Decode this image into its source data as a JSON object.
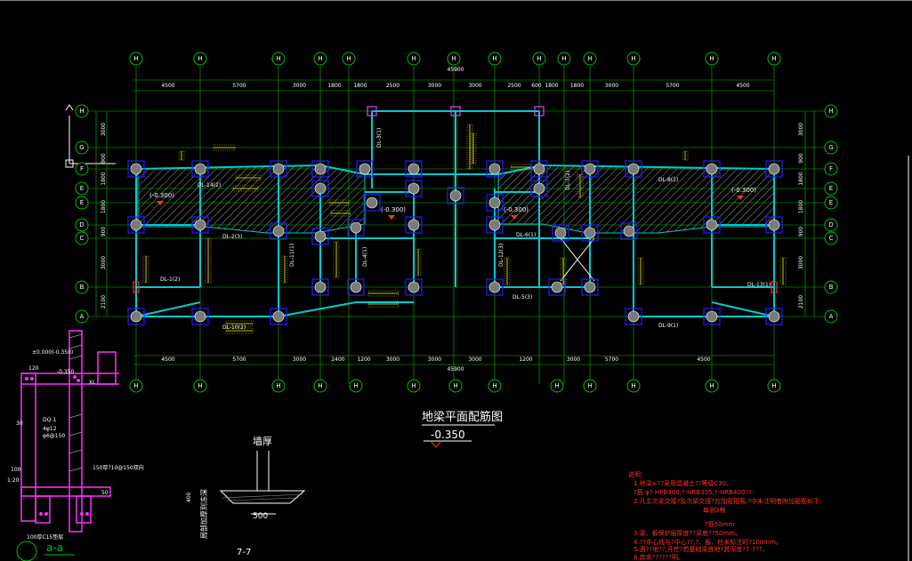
{
  "drawing": {
    "title": "地梁平面配筋图",
    "elevation": "-0.350",
    "total_dim": "45900",
    "section_aa_title": "a-a",
    "section_77_title": "7-7",
    "wall_thickness_label": "墙厚",
    "wall_width": "500",
    "depth_dim": "400",
    "vertical_note": "局部加厚到冻深"
  },
  "axes": {
    "top": [
      "H",
      "H",
      "H",
      "H",
      "H",
      "H",
      "H",
      "H",
      "H",
      "H",
      "H",
      "H",
      "H",
      "H",
      "H",
      "H"
    ],
    "bottom": [
      "H",
      "H",
      "H",
      "H",
      "H",
      "H",
      "H",
      "H",
      "H",
      "H",
      "H",
      "H",
      "H"
    ],
    "left": [
      "H",
      "G",
      "F",
      "E",
      "E",
      "D",
      "C",
      "B",
      "A"
    ],
    "right": [
      "H",
      "G",
      "F",
      "E",
      "E",
      "D",
      "C",
      "B",
      "A"
    ]
  },
  "dims": {
    "top": [
      "4500",
      "5700",
      "3000",
      "1800",
      "1800",
      "2500",
      "3000",
      "3000",
      "2500",
      "600",
      "1800",
      "1800",
      "3000",
      "5700",
      "4500"
    ],
    "bottom": [
      "4500",
      "5700",
      "3000",
      "2400",
      "1200",
      "3000",
      "3000",
      "3000",
      "1200",
      "3000",
      "5700",
      "4500"
    ],
    "left": [
      "3000",
      "900",
      "1800",
      "1800",
      "900",
      "3000",
      "2100"
    ],
    "right": [
      "3000",
      "900",
      "1800",
      "1800",
      "900",
      "3000",
      "2100"
    ]
  },
  "level_marks": [
    "(-0.300)",
    "(-0.300)",
    "(-0.300)",
    "(-0.300)"
  ],
  "beam_labels": [
    "DL-1(2)",
    "DL-2(3)",
    "DL-3(1)",
    "DL-4(1)",
    "DL-5(3)",
    "DL-6(1)",
    "DL-7(2)",
    "DL-8(1)",
    "DL-9(1)",
    "DL-10(2)",
    "DL-11(1)",
    "DL-12(3)",
    "DL-13(1)",
    "DL-14(2)"
  ],
  "notes": {
    "heading": "说明：",
    "lines": [
      "1.地梁±??采用混凝土??等级C30。",
      "  ?筋:φ?-HPB300;?-HRB335;?-HRB400??:",
      "2.凡主次梁交接?及次梁交接?应加密箍筋,?中未注明者附加箍筋如下:",
      "每侧3根",
      "3.梁、板保护层厚度??梁底??50mm。",
      "4.??中心线与?中心??,?、板、柱未标注时?100mm。",
      "5.遇??地??,开挖?若基础梁底地?其深度?7-7??。",
      "6.其余??????明。"
    ],
    "sub_note": "?筋50mm"
  },
  "section_labels": {
    "aa_texts": [
      "±0.000(-0.350)",
      "-0.350",
      "120",
      "DQ-1",
      "4φ12",
      "φ6@150",
      "100厚C15垫层",
      "150厚?10@150双向",
      "XL",
      "1:20",
      "30",
      "100",
      "50"
    ]
  },
  "colors": {
    "background": "#000000",
    "axis_line": "#00c000",
    "beam": "#00cccc",
    "column": "#2020ff",
    "text": "#ffffff",
    "annotation": "#ffff00",
    "note_red": "#ff3030",
    "section_magenta": "#ff30ff",
    "hatch": "#9a9a9a"
  }
}
